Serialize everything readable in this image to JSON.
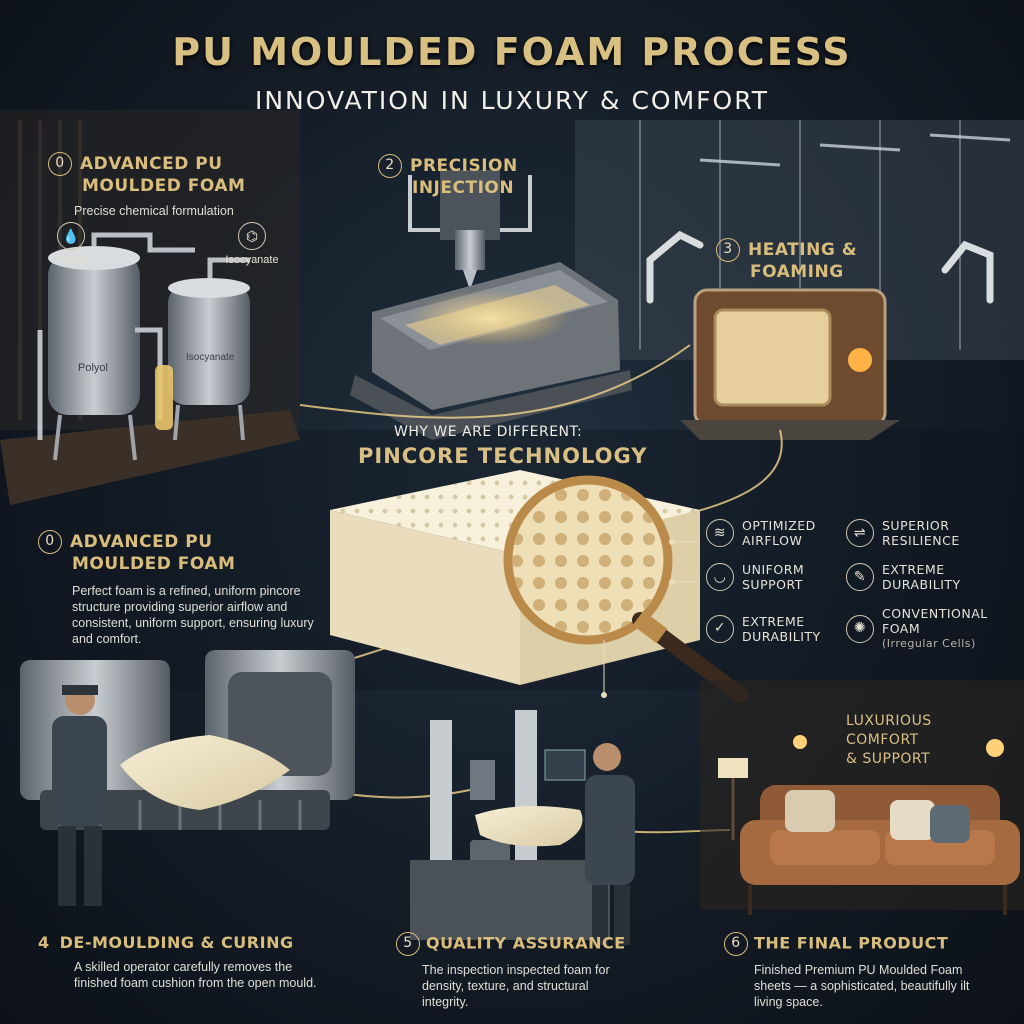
{
  "header": {
    "title": "PU MOULDED FOAM PROCESS",
    "subtitle": "INNOVATION IN LUXURY & COMFORT"
  },
  "step_intro": {
    "number": "0",
    "title_line1": "ADVANCED PU",
    "title_line2": "MOULDED FOAM",
    "caption": "Precise chemical formulation",
    "polyol_label": "Polyol",
    "isocyanate_label": "Isocyanate",
    "tank1_label": "Polyol",
    "tank2_label": "Isocyanate"
  },
  "step_injection": {
    "number": "2",
    "title_line1": "PRECISION",
    "title_line2": "INJECTION"
  },
  "step_heating": {
    "number": "3",
    "title_line1": "HEATING &",
    "title_line2": "FOAMING"
  },
  "why": {
    "kicker": "WHY WE ARE DIFFERENT:",
    "headline": "PINCORE TECHNOLOGY"
  },
  "step_foam": {
    "number": "0",
    "title_line1": "ADVANCED PU",
    "title_line2": "MOULDED FOAM",
    "description": "Perfect foam is a refined, uniform pincore structure providing superior airflow and consistent, uniform support, ensuring luxury and comfort."
  },
  "features": [
    {
      "icon": "airflow-icon",
      "glyph": "≋",
      "line1": "OPTIMIZED",
      "line2": "AIRFLOW"
    },
    {
      "icon": "resilience-icon",
      "glyph": "⇌",
      "line1": "SUPERIOR",
      "line2": "RESILIENCE"
    },
    {
      "icon": "support-icon",
      "glyph": "◡",
      "line1": "UNIFORM",
      "line2": "SUPPORT"
    },
    {
      "icon": "durability-icon",
      "glyph": "✎",
      "line1": "EXTREME",
      "line2": "DURABILITY"
    },
    {
      "icon": "shield-check-icon",
      "glyph": "✓",
      "line1": "EXTREME",
      "line2": "DURABILITY"
    },
    {
      "icon": "irregular-cells-icon",
      "glyph": "✺",
      "line1": "CONVENTIONAL",
      "line2": "FOAM",
      "note": "(Irregular Cells)"
    }
  ],
  "lounge": {
    "line1": "LUXURIOUS",
    "line2": "COMFORT",
    "line3": "& SUPPORT"
  },
  "step_demould": {
    "number": "4",
    "title": "DE-MOULDING & CURING",
    "description": "A skilled operator carefully removes the finished foam cushion from the open mould."
  },
  "step_quality": {
    "number": "5",
    "title": "QUALITY ASSURANCE",
    "description": "The inspection inspected foam for density, texture, and structural integrity."
  },
  "step_final": {
    "number": "6",
    "title": "THE FINAL PRODUCT",
    "description": "Finished Premium PU Moulded Foam sheets — a sophisticated, beautifully ilt living space."
  },
  "colors": {
    "gold": "#d8bd7d",
    "background": "#141c26",
    "foam": "#efe6cc",
    "steel": "#8c949c"
  }
}
